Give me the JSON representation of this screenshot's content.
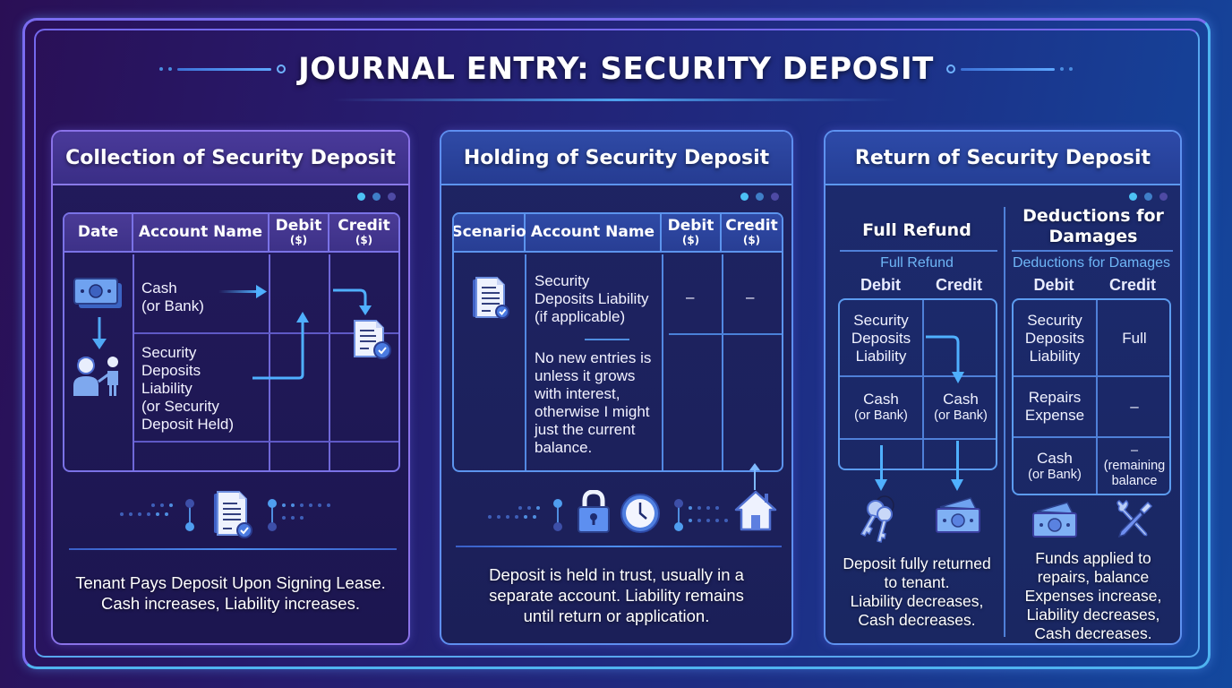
{
  "title": "JOURNAL ENTRY: SECURITY DEPOSIT",
  "colors": {
    "accent_cyan": "#4cc2f5",
    "accent_blue": "#4fb0ff",
    "panel_border_purple": "#8a72e8",
    "panel_border_blue": "#5e92f0",
    "background_start": "#2a0f55",
    "background_end": "#13489e"
  },
  "panels": [
    {
      "heading": "Collection of Security Deposit",
      "table": {
        "columns": [
          {
            "label": "Date",
            "sub": ""
          },
          {
            "label": "Account Name",
            "sub": ""
          },
          {
            "label": "Debit",
            "sub": "($)"
          },
          {
            "label": "Credit",
            "sub": "($)"
          }
        ],
        "rows": [
          {
            "account_line1": "Cash",
            "account_line2": "(or Bank)",
            "debit": "",
            "credit": ""
          },
          {
            "account_lines": [
              "Security",
              "Deposits",
              "Liability",
              "(or Security",
              "Deposit Held)"
            ],
            "debit": "",
            "credit": ""
          }
        ]
      },
      "icons": [
        "cash-icon",
        "arrow-down-icon",
        "tenant-landlord-icon",
        "document-check-icon"
      ],
      "summary": [
        "Tenant Pays Deposit Upon Signing Lease.",
        "Cash increases, Liability increases."
      ]
    },
    {
      "heading": "Holding of Security Deposit",
      "table": {
        "columns": [
          {
            "label": "Scenario",
            "sub": ""
          },
          {
            "label": "Account Name",
            "sub": ""
          },
          {
            "label": "Debit",
            "sub": "($)"
          },
          {
            "label": "Credit",
            "sub": "($)"
          }
        ],
        "rows": [
          {
            "account_lines": [
              "Security",
              "Deposits Liability",
              "(if applicable)"
            ],
            "debit": "–",
            "credit": "–"
          }
        ],
        "note_lines": [
          "No new entries is",
          "unless it grows",
          "with interest,",
          "otherwise I might",
          "just the current",
          "balance."
        ]
      },
      "icons": [
        "document-check-icon",
        "lock-icon",
        "clock-icon",
        "house-icon"
      ],
      "summary": [
        "Deposit is held in trust, usually in a",
        "separate account. Liability remains",
        "until return or application."
      ]
    },
    {
      "heading": "Return of Security Deposit",
      "full_refund": {
        "heading": "Full Refund",
        "label": "Full Refund",
        "columns": [
          "Debit",
          "Credit"
        ],
        "rows": [
          {
            "debit_lines": [
              "Security",
              "Deposits",
              "Liability"
            ],
            "credit_lines": []
          },
          {
            "debit_lines": [
              "Cash",
              "(or Bank)"
            ],
            "credit_lines": [
              "Cash",
              "(or Bank)"
            ]
          }
        ],
        "icons": [
          "keys-icon",
          "cash-icon"
        ],
        "summary": [
          "Deposit fully returned",
          "to tenant.",
          "Liability decreases,",
          "Cash decreases."
        ]
      },
      "deductions": {
        "heading_lines": [
          "Deductions for",
          "Damages"
        ],
        "label": "Deductions for Damages",
        "columns": [
          "Debit",
          "Credit"
        ],
        "rows": [
          {
            "debit_lines": [
              "Security",
              "Deposits",
              "Liability"
            ],
            "credit_lines": [
              "Full"
            ]
          },
          {
            "debit_lines": [
              "Repairs",
              "Expense"
            ],
            "credit_lines": [
              "–"
            ]
          },
          {
            "debit_lines": [
              "Cash",
              "(or Bank)"
            ],
            "credit_lines": [
              "–",
              "(remaining",
              "balance"
            ]
          }
        ],
        "icons": [
          "cash-icon",
          "tools-icon"
        ],
        "summary": [
          "Funds applied to",
          "repairs, balance",
          "Expenses increase,",
          "Liability decreases,",
          "Cash decreases."
        ]
      }
    }
  ]
}
